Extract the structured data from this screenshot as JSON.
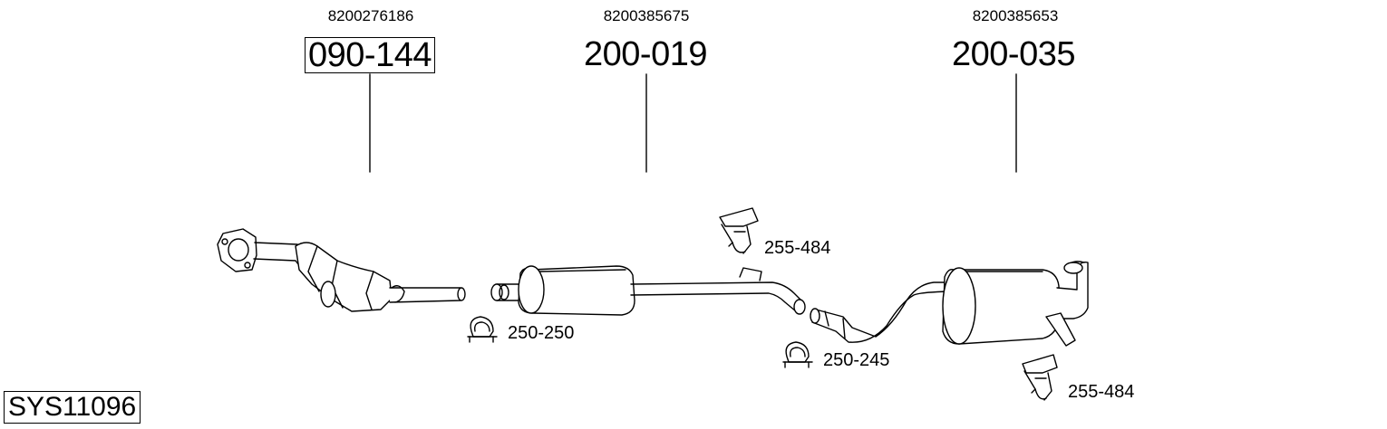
{
  "system_code": "SYS11096",
  "main_parts": [
    {
      "oem": "8200276186",
      "part": "090-144",
      "boxed": true
    },
    {
      "oem": "8200385675",
      "part": "200-019",
      "boxed": false
    },
    {
      "oem": "8200385653",
      "part": "200-035",
      "boxed": false
    }
  ],
  "accessories": [
    {
      "part": "255-484",
      "kind": "rubber-hanger"
    },
    {
      "part": "250-250",
      "kind": "pipe-clamp"
    },
    {
      "part": "250-245",
      "kind": "pipe-clamp"
    },
    {
      "part": "255-484",
      "kind": "rubber-hanger"
    }
  ]
}
